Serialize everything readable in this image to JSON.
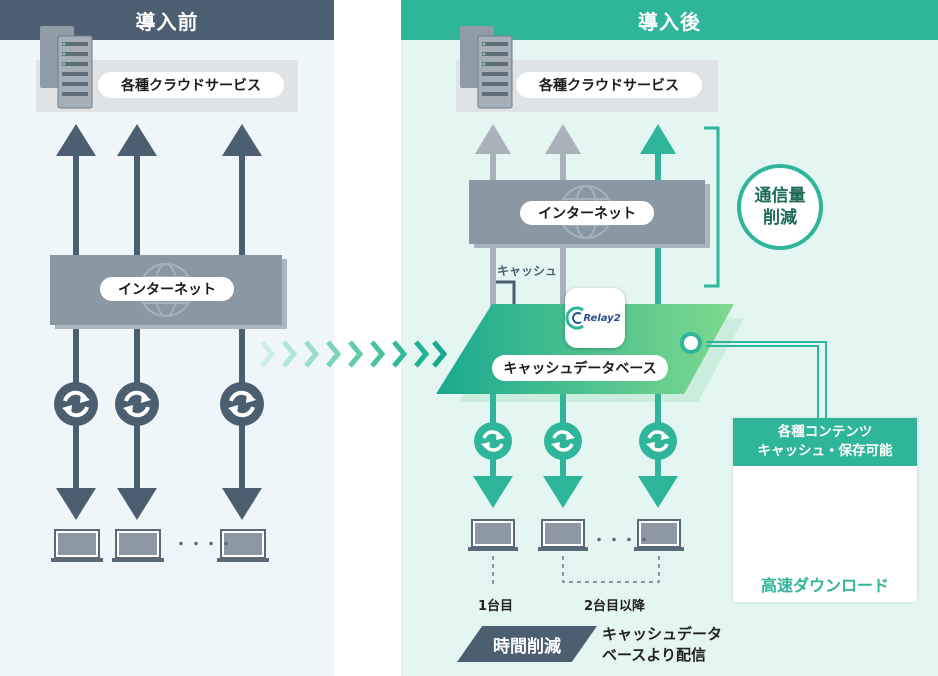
{
  "before": {
    "title": "導入前",
    "cloud_label": "各種クラウドサービス",
    "internet_label": "インターネット",
    "ellipsis": "・・・・"
  },
  "after": {
    "title": "導入後",
    "cloud_label": "各種クラウドサービス",
    "internet_label": "インターネット",
    "cache_label": "キャッシュ",
    "cache_db_label": "キャッシュデータベース",
    "relay_logo_text": "Relay2",
    "reduction_line1": "通信量",
    "reduction_line2": "削減",
    "contents_line1": "各種コンテンツ",
    "contents_line2": "キャッシュ・保存可能",
    "download_label": "高速ダウンロード",
    "first_device_label": "1台目",
    "second_device_label": "2台目以降",
    "time_reduction_label": "時間削減",
    "delivery_line1": "キャッシュデータ",
    "delivery_line2": "ベースより配信",
    "ellipsis": "・・・・"
  },
  "colors": {
    "dark_slate": "#4c5f70",
    "teal": "#2fb69a",
    "gray_arrow": "#a9b1b9",
    "internet_gray": "#8a98a3"
  }
}
